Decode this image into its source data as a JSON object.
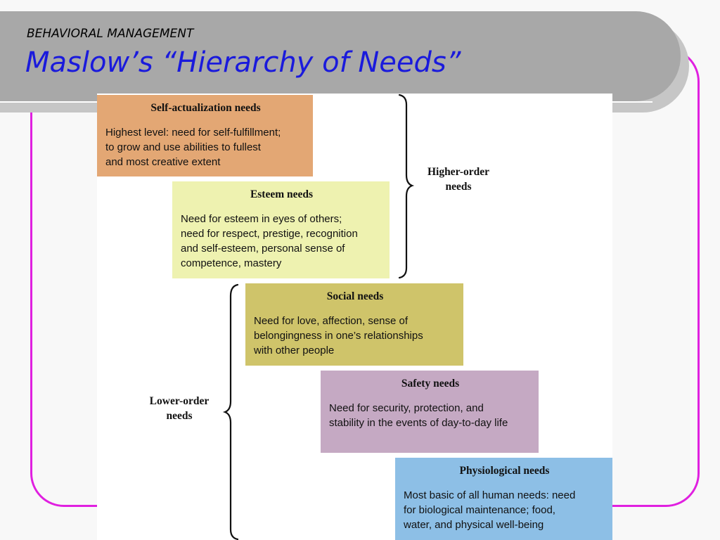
{
  "header": {
    "kicker": "BEHAVIORAL MANAGEMENT",
    "title": "Maslow’s “Hierarchy of Needs”"
  },
  "colors": {
    "title_blue": "#1a1adc",
    "frame_magenta": "#e020e0",
    "title_bar_gray": "#a8a8a8",
    "self_actualization": "#e3a774",
    "esteem": "#eef2b0",
    "social": "#cfc46a",
    "safety": "#c5a9c3",
    "physiological": "#8dbfe6"
  },
  "needs": [
    {
      "title": "Self-actualization needs",
      "description": "Highest level: need for self-fulfillment;\nto grow and use abilities to fullest\nand most creative extent"
    },
    {
      "title": "Esteem needs",
      "description": "Need for esteem in eyes of others;\nneed for respect, prestige, recognition\nand self-esteem, personal sense of\ncompetence, mastery"
    },
    {
      "title": "Social needs",
      "description": "Need for love, affection, sense of\nbelongingness in one’s relationships\nwith other people"
    },
    {
      "title": "Safety needs",
      "description": "Need for security, protection, and\nstability in the events of day-to-day life"
    },
    {
      "title": "Physiological needs",
      "description": "Most basic of all human needs: need\nfor biological maintenance; food,\nwater, and physical well-being"
    }
  ],
  "groups": {
    "higher": "Higher-order\nneeds",
    "lower": "Lower-order\nneeds"
  }
}
